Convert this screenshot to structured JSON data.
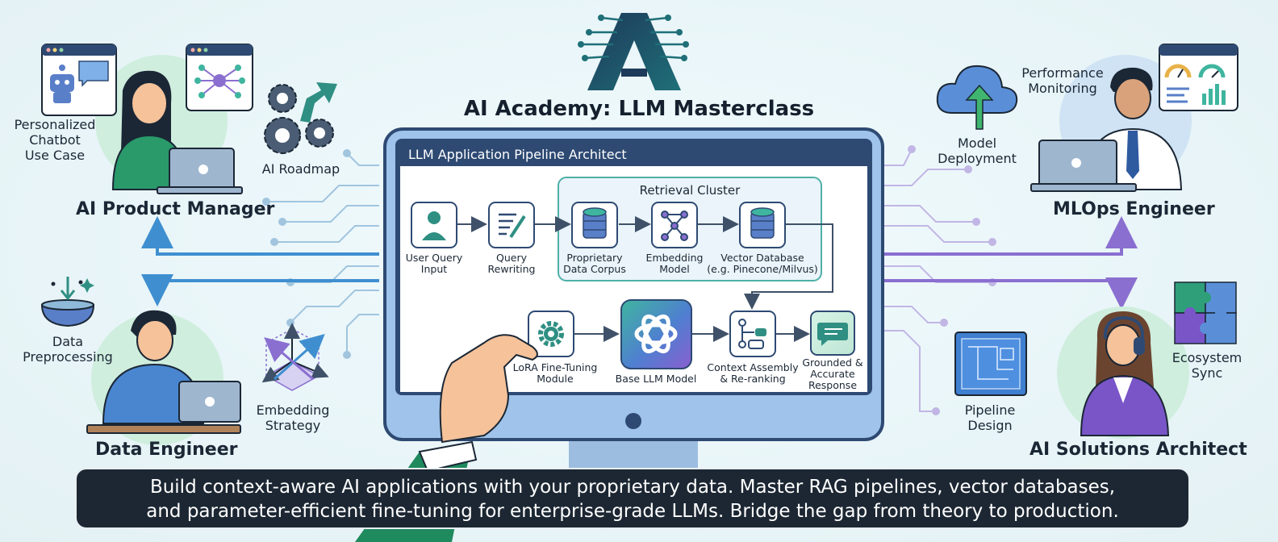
{
  "header": {
    "title": "AI Academy: LLM Masterclass"
  },
  "window": {
    "title": "LLM Application Pipeline Architect"
  },
  "pipeline": {
    "cluster_label": "Retrieval Cluster",
    "nodes": {
      "user_query": "User Query\nInput",
      "query_rewriting": "Query\nRewriting",
      "proprietary_data": "Proprietary\nData Corpus",
      "embedding_model": "Embedding\nModel",
      "vector_db": "Vector Database\n(e.g. Pinecone/Milvus)",
      "lora": "LoRA Fine-Tuning\nModule",
      "base_llm": "Base LLM Model",
      "context_assembly": "Context Assembly\n& Re-ranking",
      "response": "Grounded &\nAccurate\nResponse"
    }
  },
  "personas": {
    "product_manager": "AI Product Manager",
    "mlops": "MLOps Engineer",
    "data_engineer": "Data Engineer",
    "solutions_architect": "AI Solutions Architect"
  },
  "tags": {
    "chatbot": "Personalized\nChatbot\nUse Case",
    "roadmap": "AI Roadmap",
    "preprocessing": "Data\nPreprocessing",
    "embedding_strategy": "Embedding\nStrategy",
    "model_deployment": "Model\nDeployment",
    "performance": "Performance\nMonitoring",
    "pipeline_design": "Pipeline\nDesign",
    "ecosystem": "Ecosystem\nSync"
  },
  "banner": {
    "line1": "Build context-aware AI applications with your proprietary data. Master RAG pipelines, vector databases,",
    "line2": "and parameter-efficient fine-tuning for enterprise-grade LLMs. Bridge the gap from theory to production."
  },
  "colors": {
    "monitor_frame": "#2e4a73",
    "screen_bg": "#ffffff",
    "window_header": "#304e78",
    "cluster_border": "#4fb0a8",
    "cluster_fill": "#eaf4fa",
    "teal": "#2f8f83",
    "blue_arrow": "#3f8fd0",
    "purple_arrow": "#8a6fd0",
    "banner_bg": "#1c2733"
  },
  "icons": {
    "logo": "circuit-a-logo",
    "user": "user-icon",
    "rewrite": "edit-document-icon",
    "database": "database-icon",
    "embedding": "network-graph-icon",
    "lora": "gear-icon",
    "llm": "openai-knot-icon",
    "context": "flowchart-icon",
    "response": "chat-bubble-icon"
  }
}
